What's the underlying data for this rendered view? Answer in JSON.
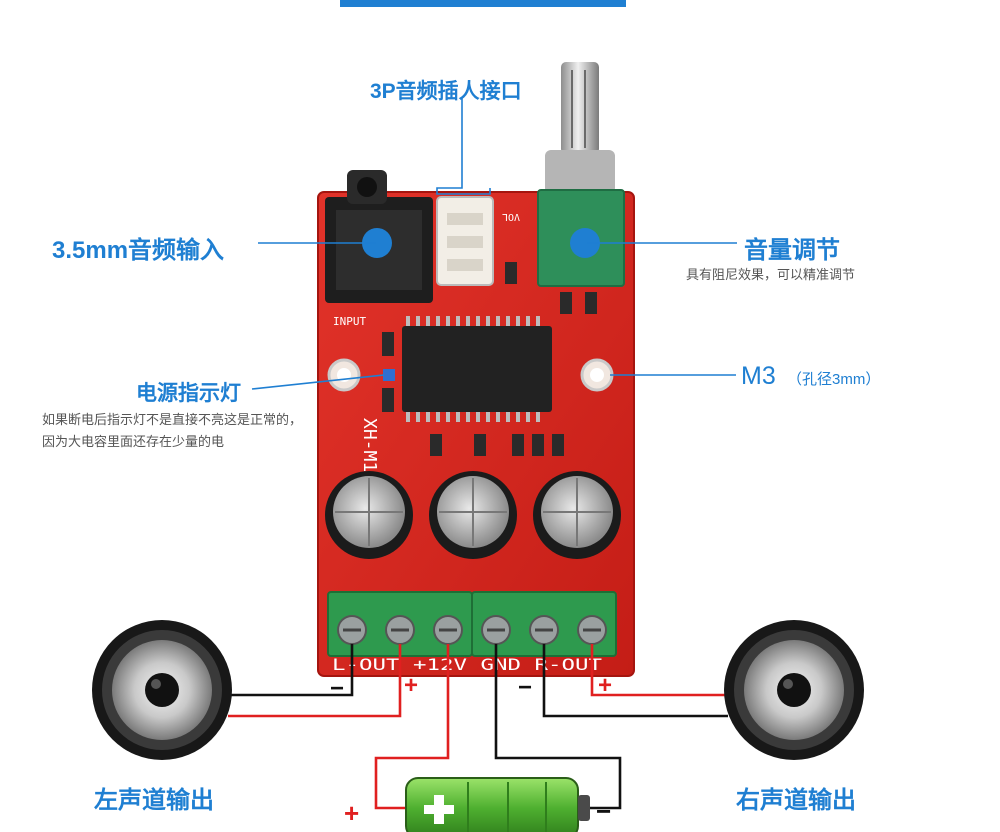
{
  "callouts": {
    "audio_jack": "3.5mm音频输入",
    "connector_3p": "3P音频插人接口",
    "volume_title": "音量调节",
    "volume_sub": "具有阻尼效果，可以精准调节",
    "mount_hole_main": "M3",
    "mount_hole_sub": "（孔径3mm）",
    "power_led_title": "电源指示灯",
    "power_led_note": "如果断电后指示灯不是直接不亮这是正常的，因为大电容里面还存在少量的电"
  },
  "board": {
    "silk_model": "XH-M1",
    "silk_input": "INPUT",
    "silk_vol": "VOL",
    "silk_bottom": "L-OUT +12V GND R-OUT"
  },
  "outputs": {
    "left": "左声道输出",
    "right": "右声道输出"
  },
  "signs": {
    "plus": "+",
    "minus": "−"
  },
  "colors": {
    "accent_blue": "#1f7fd2",
    "board_red": "#d8261e",
    "terminal_green": "#2e9a4e",
    "wire_red": "#e02020"
  }
}
